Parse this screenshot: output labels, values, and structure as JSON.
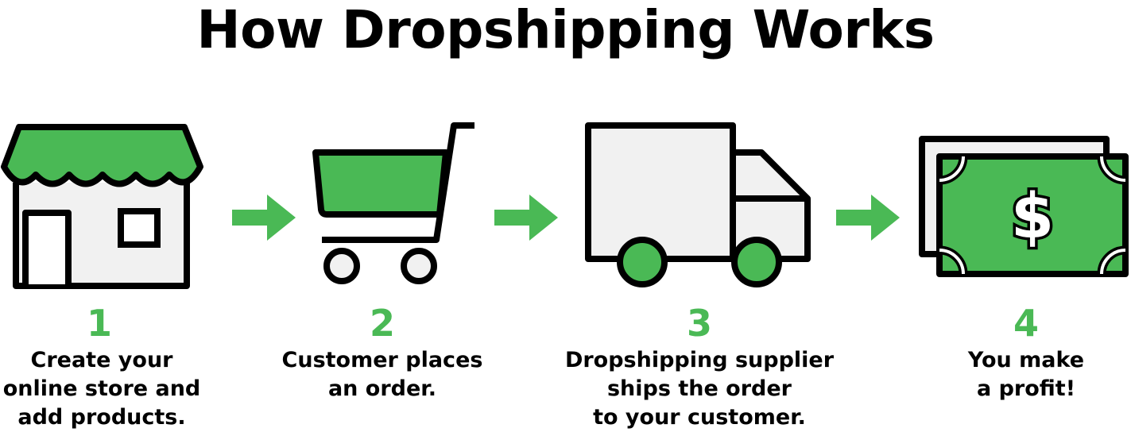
{
  "title": "How Dropshipping Works",
  "colors": {
    "accent_green": "#4ab955",
    "light_gray": "#f1f1f1",
    "outline": "#000000"
  },
  "steps": [
    {
      "number": "1",
      "icon": "storefront-icon",
      "caption_lines": [
        "Create your",
        "online store and",
        "add products."
      ]
    },
    {
      "number": "2",
      "icon": "shopping-cart-icon",
      "caption_lines": [
        "Customer places",
        "an order."
      ]
    },
    {
      "number": "3",
      "icon": "delivery-truck-icon",
      "caption_lines": [
        "Dropshipping supplier",
        "ships the order",
        "to your customer."
      ]
    },
    {
      "number": "4",
      "icon": "money-bills-icon",
      "caption_lines": [
        "You make",
        "a profit!"
      ]
    }
  ],
  "connectors": [
    "arrow-right-icon",
    "arrow-right-icon",
    "arrow-right-icon"
  ]
}
